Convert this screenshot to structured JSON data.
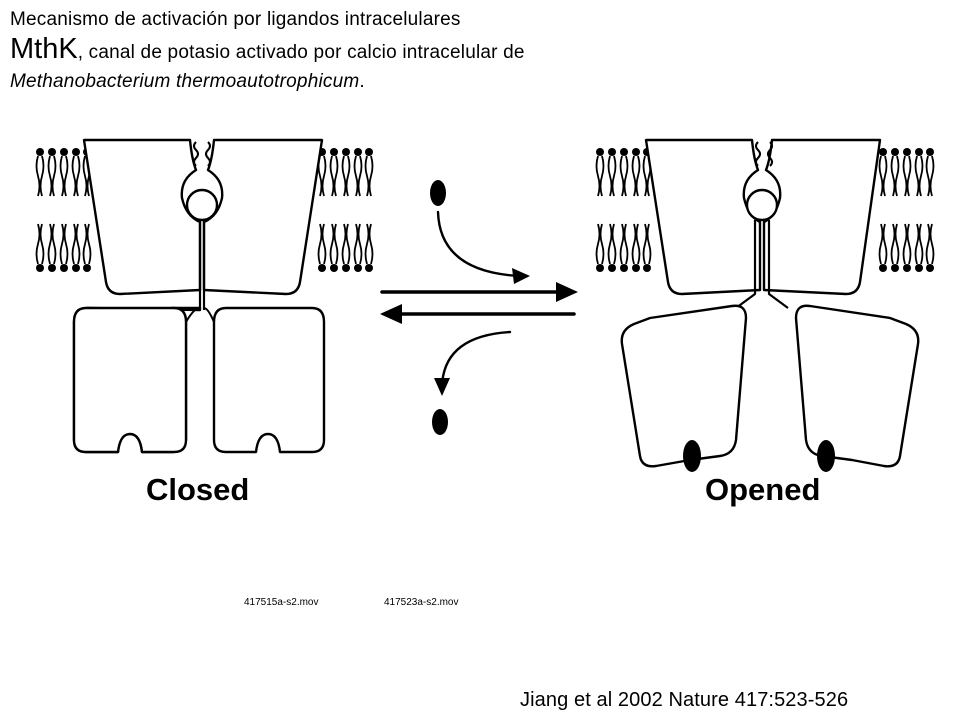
{
  "header": {
    "line1": "Mecanismo de activación por ligandos intracelulares",
    "title_big": "MthK",
    "title_rest": ", canal de potasio activado por calcio intracelular de",
    "species": "Methanobacterium thermoautotrophicum",
    "species_suffix": "."
  },
  "diagram": {
    "closed_label": "Closed",
    "opened_label": "Opened"
  },
  "media": {
    "movie1": "417515a-s2.mov",
    "movie2": "417523a-s2.mov"
  },
  "citation": "Jiang et al 2002 Nature 417:523-526"
}
